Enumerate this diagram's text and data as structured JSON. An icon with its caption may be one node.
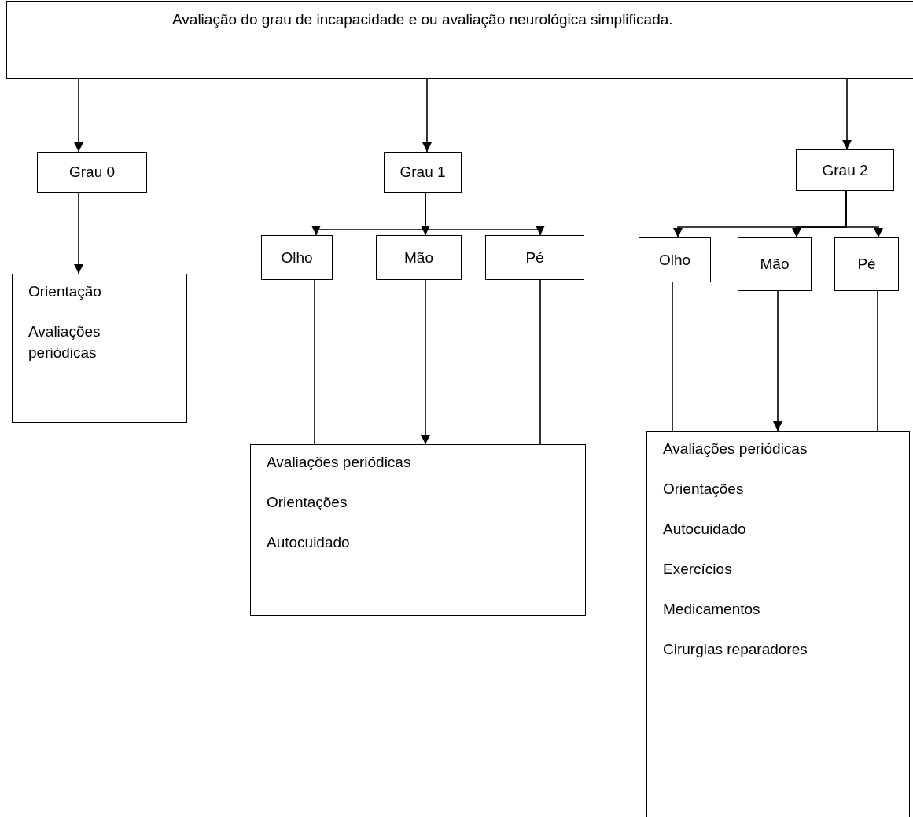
{
  "diagram": {
    "nodes": [
      {
        "text": [
          "Avaliação do grau de incapacidade e ou avaliação neurológica simplificada."
        ]
      },
      {
        "text": [
          "Grau 0"
        ]
      },
      {
        "text": [
          "Grau 1"
        ]
      },
      {
        "text": [
          "Grau 2"
        ]
      },
      {
        "text": [
          "Orientação",
          "Avaliações periódicas"
        ]
      },
      {
        "text": [
          "Olho"
        ]
      },
      {
        "text": [
          "Mão"
        ]
      },
      {
        "text": [
          "Pé"
        ]
      },
      {
        "text": [
          "Olho"
        ]
      },
      {
        "text": [
          "Mão"
        ]
      },
      {
        "text": [
          "Pé"
        ]
      },
      {
        "text": [
          "Avaliações periódicas",
          "Orientações",
          "Autocuidado"
        ]
      },
      {
        "text": [
          "Avaliações periódicas",
          "Orientações",
          "Autocuidado",
          "Exercícios",
          "Medicamentos",
          "Cirurgias reparadores"
        ]
      }
    ],
    "edges": [
      {
        "from": 0,
        "to": 1,
        "arrow": "to"
      },
      {
        "from": 0,
        "to": 2,
        "arrow": "to"
      },
      {
        "from": 0,
        "to": 3,
        "arrow": "to"
      },
      {
        "from": 1,
        "to": 4,
        "arrow": "to"
      },
      {
        "from": 2,
        "to": 5,
        "arrow": "to"
      },
      {
        "from": 2,
        "to": 6,
        "arrow": "to"
      },
      {
        "from": 2,
        "to": 7,
        "arrow": "to"
      },
      {
        "from": 3,
        "to": 8,
        "arrow": "to"
      },
      {
        "from": 3,
        "to": 9,
        "arrow": "to"
      },
      {
        "from": 3,
        "to": 10,
        "arrow": "to"
      },
      {
        "from": 5,
        "to": 11,
        "arrow": "to"
      },
      {
        "from": 6,
        "to": 11,
        "arrow": "to"
      },
      {
        "from": 7,
        "to": 11,
        "arrow": "to"
      },
      {
        "from": 8,
        "to": 12,
        "arrow": "to"
      },
      {
        "from": 9,
        "to": 12,
        "arrow": "to"
      },
      {
        "from": 10,
        "to": 12,
        "arrow": "to"
      }
    ]
  }
}
